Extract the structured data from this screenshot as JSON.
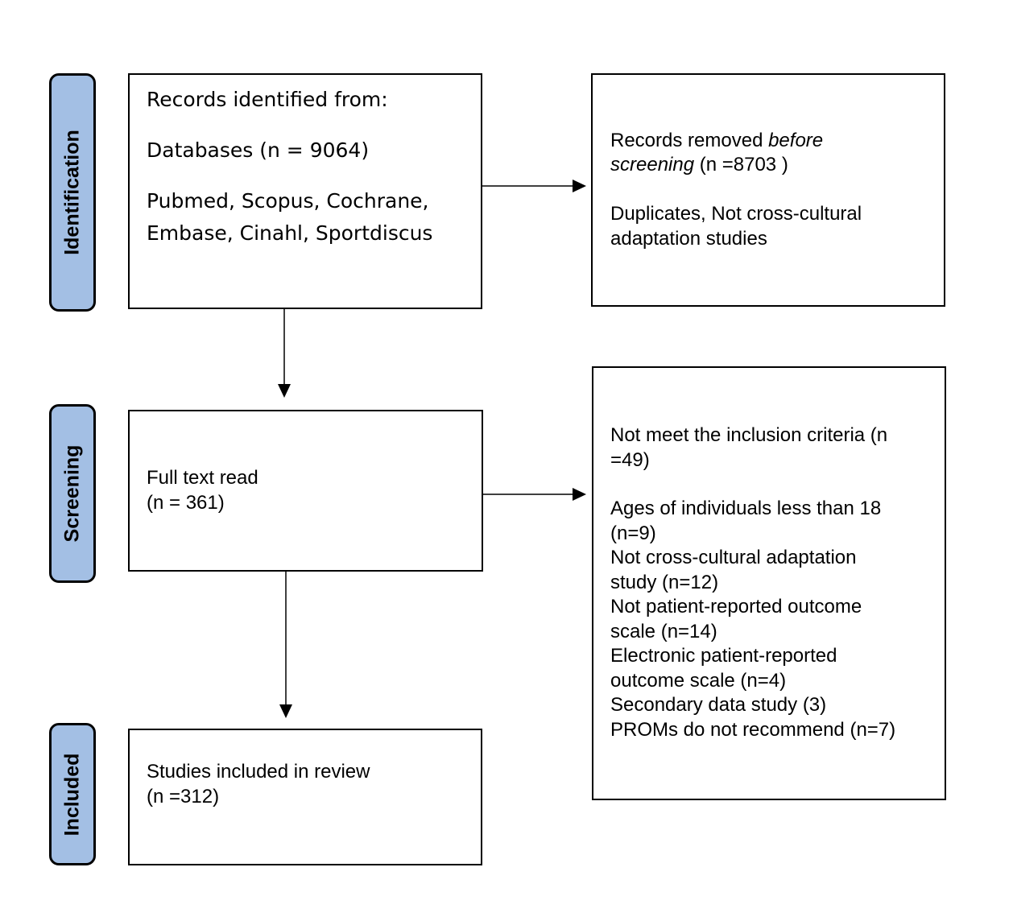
{
  "phases": {
    "identification": "Identification",
    "screening": "Screening",
    "included": "Included"
  },
  "identification_box": {
    "heading": "Records identified from:",
    "databases": "Databases (n = 9064)",
    "sources_line1": "Pubmed, Scopus, Cochrane,",
    "sources_line2": "Embase, Cinahl, Sportdiscus"
  },
  "removed_box": {
    "line1_prefix": "Records removed ",
    "line1_italic": "before",
    "line2_italic": "screening",
    "line2_suffix": " (n =8703 )",
    "reason_line1": "Duplicates, Not cross-cultural",
    "reason_line2": "adaptation studies"
  },
  "screening_box": {
    "line1": "Full text read",
    "line2": "(n = 361)"
  },
  "excluded_box": {
    "heading_line1": "Not meet the inclusion criteria (n",
    "heading_line2": "=49)",
    "reasons": [
      "Ages of individuals less than 18",
      "(n=9)",
      "Not cross-cultural adaptation",
      "study (n=12)",
      "Not patient-reported outcome",
      "scale (n=14)",
      "Electronic patient-reported",
      "outcome scale (n=4)",
      "Secondary data study (3)",
      "PROMs do not recommend (n=7)"
    ]
  },
  "included_box": {
    "line1": "Studies included in review",
    "line2": "(n =312)"
  },
  "colors": {
    "phase_fill": "#a3bfe4",
    "border": "#000000"
  }
}
